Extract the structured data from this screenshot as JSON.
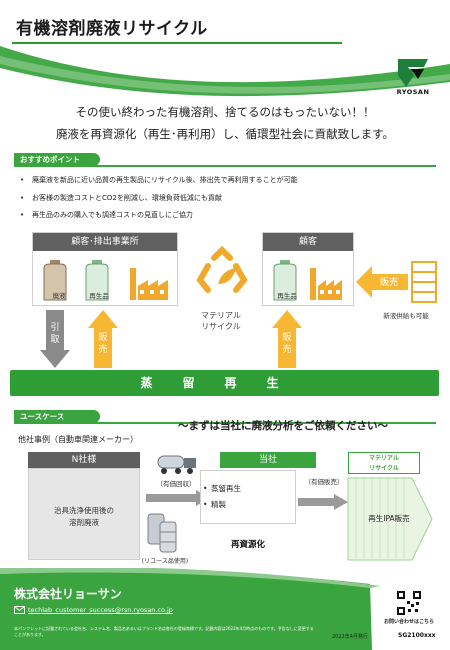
{
  "header": {
    "title": "有機溶剤廃液リサイクル",
    "logo_text": "RYOSAN"
  },
  "taglines": [
    "その使い終わった有機溶剤、捨てるのはもったいない！！",
    "廃液を再資源化（再生･再利用）し、循環型社会に貢献致します。"
  ],
  "recommend": {
    "label": "おすすめポイント",
    "points": [
      "廃棄液を新品に近い品質の再生製品にリサイクル後、排出先で再利用することが可能",
      "お客様の製造コストとCO2を削減し、環境負荷低減にも貢献",
      "再生品のみの購入でも調達コストの見直しにご協力"
    ]
  },
  "flow": {
    "left_box_title": "顧客･排出事業所",
    "right_box_title": "顧客",
    "waste_label": "廃液",
    "recycled_label_left": "再生品",
    "recycled_label_right": "再生品",
    "material_recycle": "マテリアル\nリサイクル",
    "collect_arrow": "引\n取",
    "sell_arrow_left": "販\n売",
    "sell_arrow_right": "販\n売",
    "sell_side": "販売",
    "new_supply": "新液供給も可能",
    "steam_bar": "蒸留再生"
  },
  "usecase": {
    "label": "ユースケース",
    "ask": "〜まずは当社に廃液分析をご依頼ください〜",
    "example": "他社事例（自動車関連メーカー）",
    "n_company": "N社様",
    "n_waste": "治具洗浄使用後の\n溶剤廃液",
    "paid_collect": "（有価回収）",
    "reuse_note": "(リユース品使用)",
    "our_company": "当社",
    "our_items": [
      "蒸留再生",
      "精製"
    ],
    "regen": "再資源化",
    "paid_sale": "（有価販売）",
    "material_recycle": "マテリアル\nリサイクル",
    "ipa_sale": "再生IPA販売"
  },
  "footer": {
    "company": "株式会社リョーサン",
    "email": "techlab_customer_success@rsn.ryosan.co.jp",
    "fine_print": "本パンフレットに記載されている会社名、システム名、製品名あるいはブランド名は各社の登録商標です。記載内容は2022年4月時点のものです。予告なしに変更することがあります。",
    "inquiry": "お問い合わせはこちら",
    "date": "2022年4月発行",
    "code": "SG2100xxx"
  },
  "colors": {
    "brand_green": "#3aa43e",
    "dark_gray": "#606060",
    "light_green": "#cfe8c3",
    "arrow_gray": "#8a8a8a",
    "arrow_orange": "#f7b733"
  }
}
